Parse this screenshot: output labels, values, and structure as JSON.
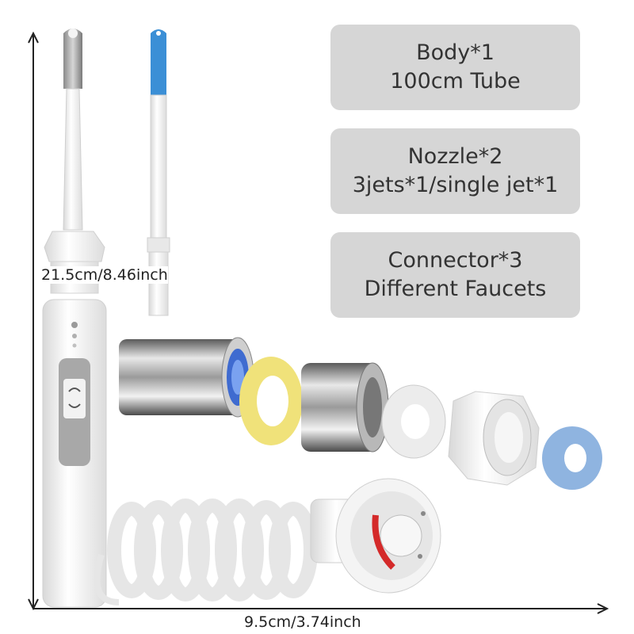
{
  "labels": {
    "body": {
      "line1": "Body*1",
      "line2": "100cm Tube"
    },
    "nozzle": {
      "line1": "Nozzle*2",
      "line2": "3jets*1/single jet*1"
    },
    "connector": {
      "line1": "Connector*3",
      "line2": "Different Faucets"
    }
  },
  "dimensions": {
    "height": "21.5cm/8.46inch",
    "width": "9.5cm/3.74inch"
  },
  "colors": {
    "label_background": "#d6d6d6",
    "label_text": "#333333",
    "nozzle_accent": "#3b8fd6",
    "yellow_washer": "#f0e27a",
    "blue_washer": "#8fb4e0",
    "red_valve": "#d42a2a"
  }
}
